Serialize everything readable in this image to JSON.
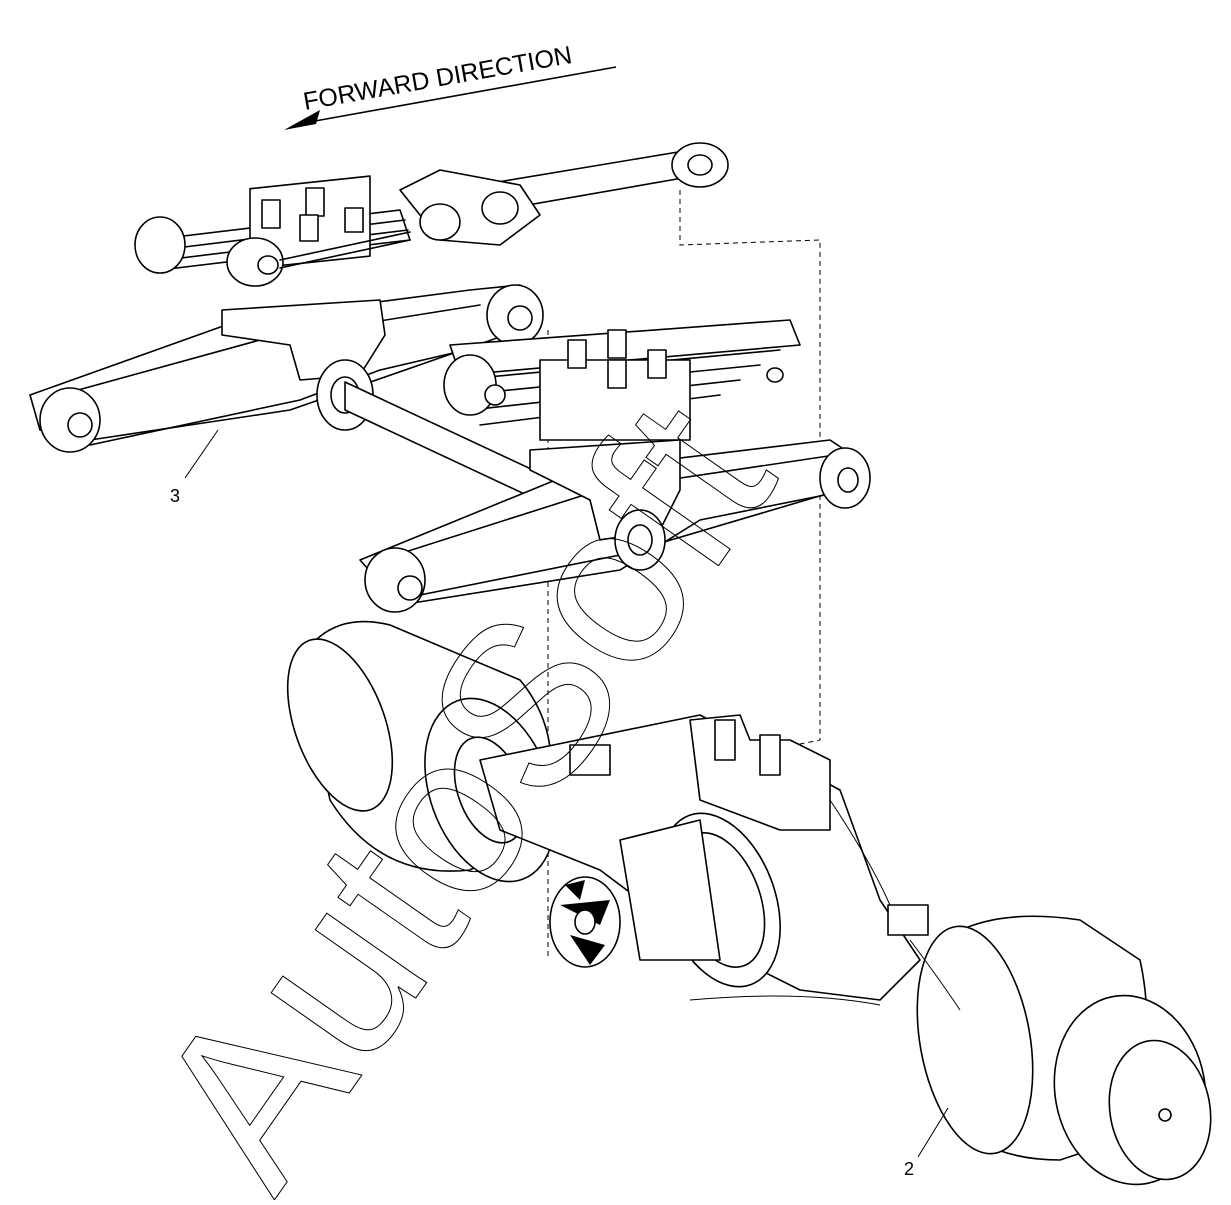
{
  "header": {
    "direction_label": "FORWARD DIRECTION"
  },
  "callouts": [
    {
      "label": "3",
      "part": "suspension-assembly"
    },
    {
      "label": "2",
      "part": "drive-axle-assembly"
    }
  ],
  "watermark": {
    "text": "AutoSoft"
  },
  "icons": {
    "direction_arrow": "arrow-left-icon"
  }
}
